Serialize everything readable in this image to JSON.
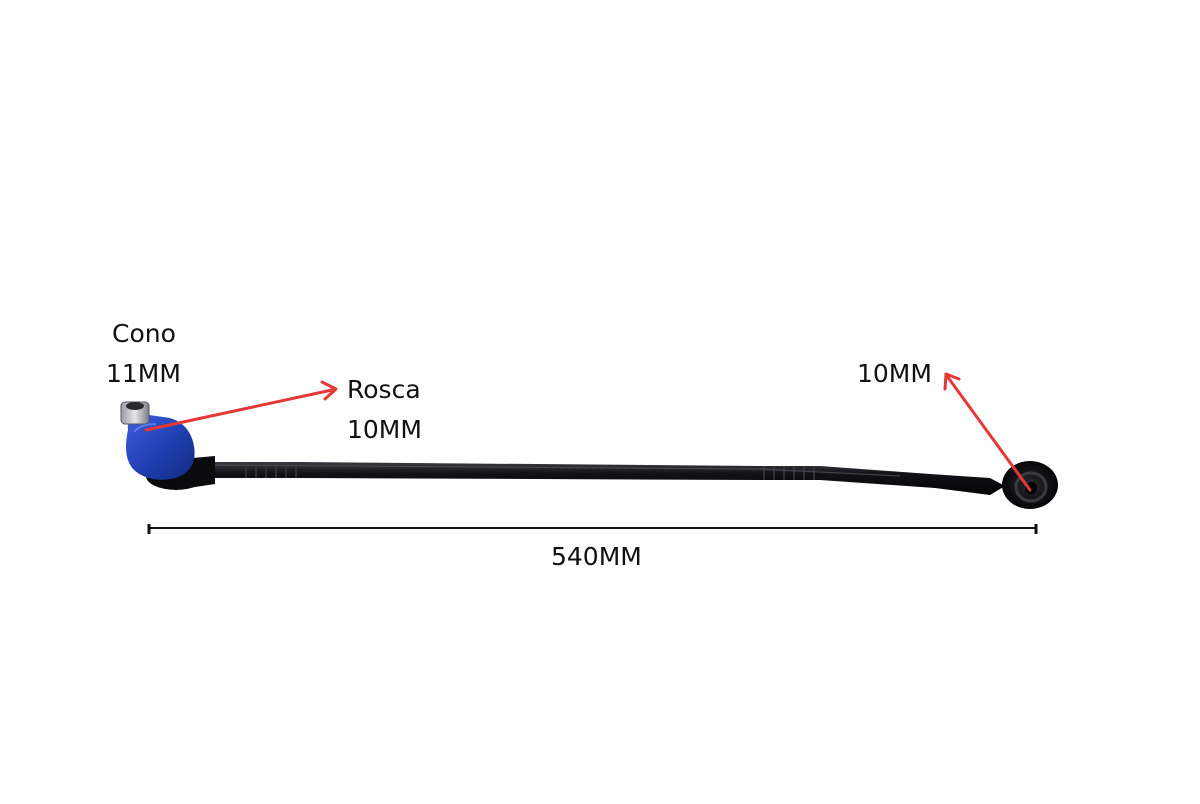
{
  "labels": {
    "cone_title": "Cono",
    "cone_size": "11MM",
    "thread_title": "Rosca",
    "thread_size": "10MM",
    "right_end_size": "10MM",
    "overall_length": "540MM"
  },
  "colors": {
    "background": "#ffffff",
    "text": "#111111",
    "arrow": "#e53935",
    "rod": "#0d0d10",
    "ball_joint_boot": "#1f3fb0",
    "dimension_line": "#111111"
  }
}
